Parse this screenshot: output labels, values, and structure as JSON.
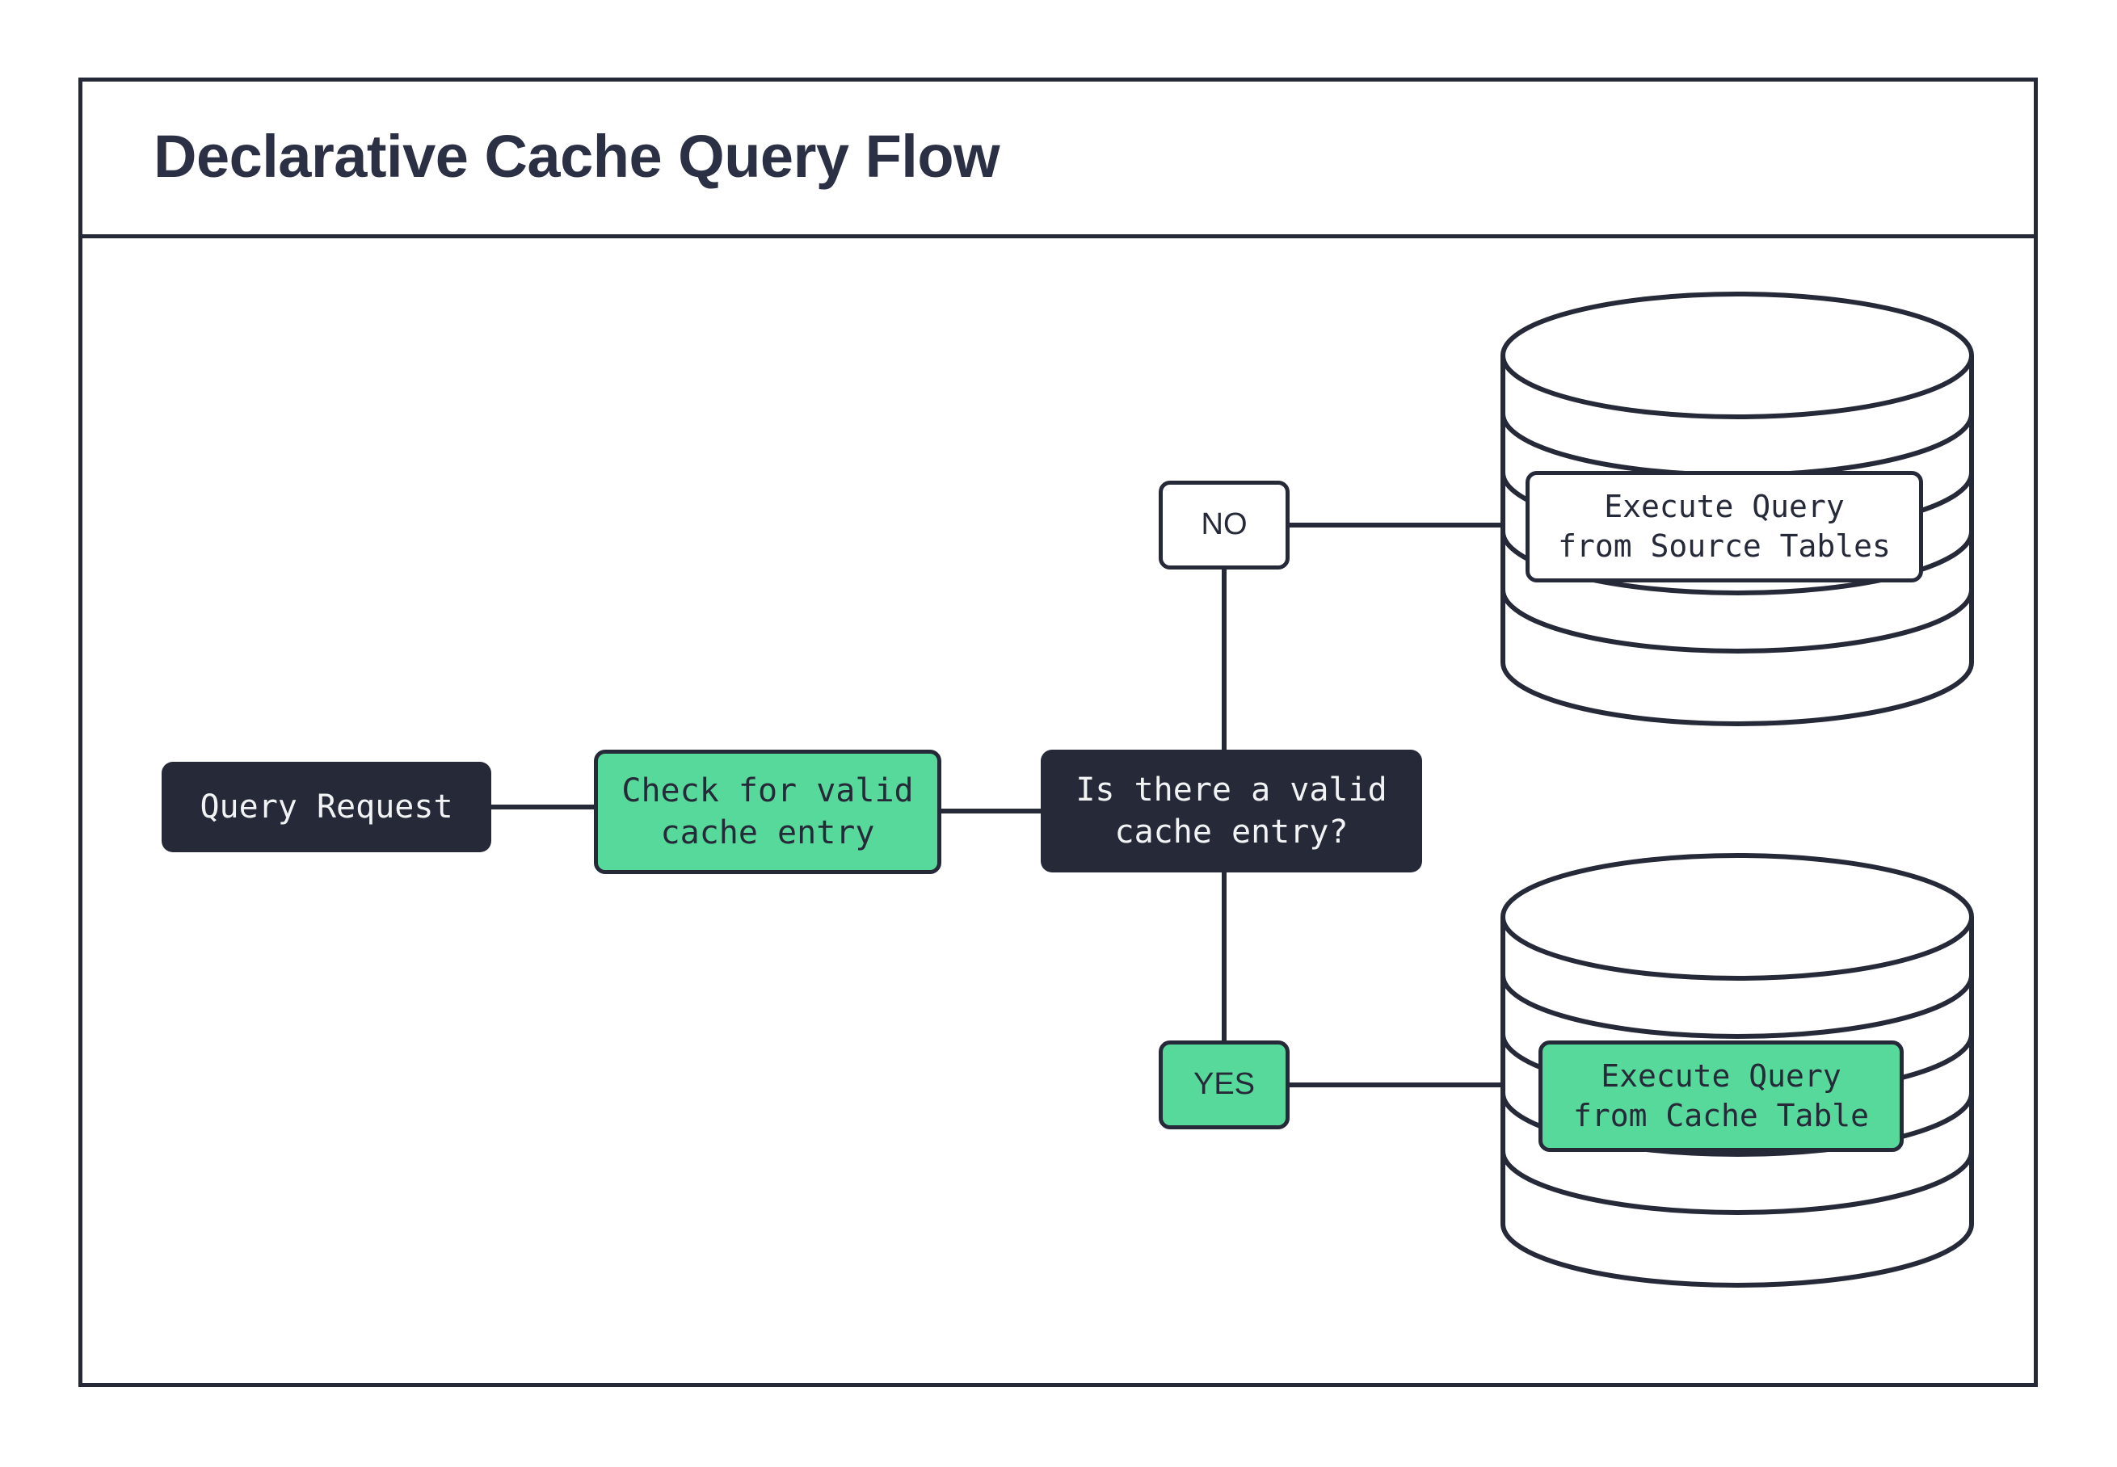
{
  "header": {
    "title": "Declarative Cache Query Flow"
  },
  "colors": {
    "ink": "#262a38",
    "accent_green": "#57d99b",
    "canvas": "#ffffff",
    "dark_node_text": "#f2f3f5"
  },
  "diagram": {
    "type": "flowchart",
    "nodes": [
      {
        "id": "query-request",
        "label": "Query Request",
        "style": "dark",
        "shape": "rounded-rect"
      },
      {
        "id": "check-cache",
        "label": "Check for valid\ncache entry",
        "style": "green",
        "shape": "rounded-rect"
      },
      {
        "id": "decision",
        "label": "Is there a valid\ncache entry?",
        "style": "dark",
        "shape": "rounded-rect"
      },
      {
        "id": "label-no",
        "label": "NO",
        "style": "white",
        "shape": "rounded-rect"
      },
      {
        "id": "label-yes",
        "label": "YES",
        "style": "green",
        "shape": "rounded-rect"
      },
      {
        "id": "source-db",
        "label": "Execute Query\nfrom Source Tables",
        "style": "white",
        "shape": "cylinder-label"
      },
      {
        "id": "cache-db",
        "label": "Execute Query\nfrom Cache Table",
        "style": "green",
        "shape": "cylinder-label"
      }
    ],
    "edges": [
      {
        "from": "query-request",
        "to": "check-cache",
        "label": ""
      },
      {
        "from": "check-cache",
        "to": "decision",
        "label": ""
      },
      {
        "from": "decision",
        "to": "label-no",
        "label": "NO"
      },
      {
        "from": "label-no",
        "to": "source-db",
        "label": ""
      },
      {
        "from": "decision",
        "to": "label-yes",
        "label": "YES"
      },
      {
        "from": "label-yes",
        "to": "cache-db",
        "label": ""
      }
    ],
    "cylinders": [
      {
        "id": "source-db",
        "caption": "Execute Query from Source Tables"
      },
      {
        "id": "cache-db",
        "caption": "Execute Query from Cache Table"
      }
    ]
  }
}
